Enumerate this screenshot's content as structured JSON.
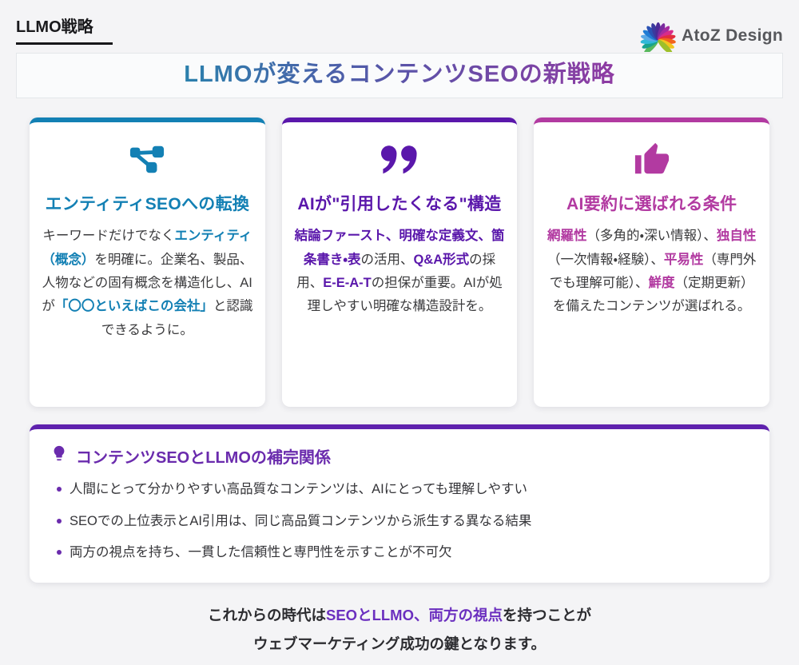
{
  "theme": {
    "page_bg": "#f4f4f6",
    "accent_blue": "#1380b4",
    "accent_purple": "#5a17ab",
    "accent_magenta": "#b23aa1",
    "box_accent": "#5e21ad",
    "highlight_purple": "#6b2fbf",
    "title_gradient": [
      "#2b80ac",
      "#5a53a8",
      "#8f3ba3"
    ]
  },
  "header": {
    "page_label": "LLMO戦略",
    "brand_name": "AtoZ Design",
    "logo_icon": "pinwheel-flower-icon"
  },
  "hero": {
    "title": "LLMOが変えるコンテンツSEOの新戦略"
  },
  "cards": [
    {
      "icon": "share-nodes-icon",
      "accent": "#1380b4",
      "title": "エンティティSEOへの転換",
      "body": [
        {
          "text": "キーワードだけでなく"
        },
        {
          "text": "エンティティ（概念）",
          "highlight": true
        },
        {
          "text": "を明確に。企業名、製品、人物などの固有概念を構造化し、AIが"
        },
        {
          "text": "「〇〇といえばこの会社」",
          "highlight": true
        },
        {
          "text": "と認識できるように。"
        }
      ]
    },
    {
      "icon": "quote-icon",
      "accent": "#5a17ab",
      "title": "AIが\"引用したくなる\"構造",
      "body": [
        {
          "text": "結論ファースト、明確な定義文、箇条書き・表",
          "highlight": true
        },
        {
          "text": "の活用、"
        },
        {
          "text": "Q&A形式",
          "highlight": true
        },
        {
          "text": "の採用、"
        },
        {
          "text": "E-E-A-T",
          "highlight": true
        },
        {
          "text": "の担保が重要。AIが処理しやすい明確な構造設計を。"
        }
      ]
    },
    {
      "icon": "thumbs-up-icon",
      "accent": "#b23aa1",
      "title": "AI要約に選ばれる条件",
      "body": [
        {
          "text": "網羅性",
          "highlight": true
        },
        {
          "text": "（多角的・深い情報）、"
        },
        {
          "text": "独自性",
          "highlight": true
        },
        {
          "text": "（一次情報・経験）、"
        },
        {
          "text": "平易性",
          "highlight": true
        },
        {
          "text": "（専門外でも理解可能）、"
        },
        {
          "text": "鮮度",
          "highlight": true
        },
        {
          "text": "（定期更新）を備えたコンテンツが選ばれる。"
        }
      ]
    }
  ],
  "summary_box": {
    "icon": "lightbulb-icon",
    "heading": "コンテンツSEOとLLMOの補完関係",
    "bullets": [
      "人間にとって分かりやすい高品質なコンテンツは、AIにとっても理解しやすい",
      "SEOでの上位表示とAI引用は、同じ高品質コンテンツから派生する異なる結果",
      "両方の視点を持ち、一貫した信頼性と専門性を示すことが不可欠"
    ]
  },
  "footer": {
    "line1": [
      {
        "text": "これからの時代は"
      },
      {
        "text": "SEOとLLMO、両方の視点",
        "highlight": true
      },
      {
        "text": "を持つことが"
      }
    ],
    "line2": "ウェブマーケティング成功の鍵となります。"
  }
}
